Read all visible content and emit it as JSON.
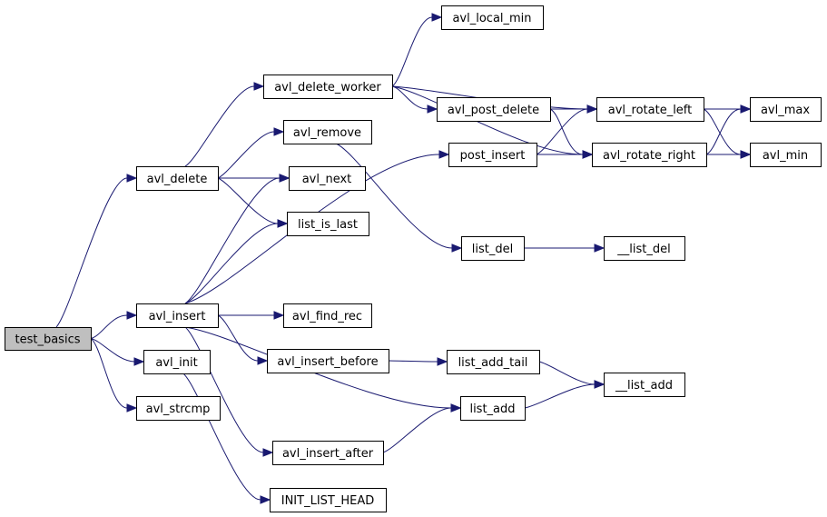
{
  "diagram": {
    "type": "call-graph",
    "edge_color": "#191970",
    "root_fill": "#bfbfbf",
    "nodes": [
      {
        "id": "test_basics",
        "label": "test_basics"
      },
      {
        "id": "avl_delete",
        "label": "avl_delete"
      },
      {
        "id": "avl_insert",
        "label": "avl_insert"
      },
      {
        "id": "avl_init",
        "label": "avl_init"
      },
      {
        "id": "avl_strcmp",
        "label": "avl_strcmp"
      },
      {
        "id": "avl_delete_worker",
        "label": "avl_delete_worker"
      },
      {
        "id": "avl_remove",
        "label": "avl_remove"
      },
      {
        "id": "avl_next",
        "label": "avl_next"
      },
      {
        "id": "list_is_last",
        "label": "list_is_last"
      },
      {
        "id": "avl_find_rec",
        "label": "avl_find_rec"
      },
      {
        "id": "avl_insert_before",
        "label": "avl_insert_before"
      },
      {
        "id": "avl_insert_after",
        "label": "avl_insert_after"
      },
      {
        "id": "INIT_LIST_HEAD",
        "label": "INIT_LIST_HEAD"
      },
      {
        "id": "avl_local_min",
        "label": "avl_local_min"
      },
      {
        "id": "avl_post_delete",
        "label": "avl_post_delete"
      },
      {
        "id": "post_insert",
        "label": "post_insert"
      },
      {
        "id": "list_del",
        "label": "list_del"
      },
      {
        "id": "list_add_tail",
        "label": "list_add_tail"
      },
      {
        "id": "list_add",
        "label": "list_add"
      },
      {
        "id": "avl_rotate_left",
        "label": "avl_rotate_left"
      },
      {
        "id": "avl_rotate_right",
        "label": "avl_rotate_right"
      },
      {
        "id": "__list_del",
        "label": "__list_del"
      },
      {
        "id": "__list_add",
        "label": "__list_add"
      },
      {
        "id": "avl_max",
        "label": "avl_max"
      },
      {
        "id": "avl_min",
        "label": "avl_min"
      }
    ],
    "edges": [
      [
        "test_basics",
        "avl_delete"
      ],
      [
        "test_basics",
        "avl_insert"
      ],
      [
        "test_basics",
        "avl_init"
      ],
      [
        "test_basics",
        "avl_strcmp"
      ],
      [
        "avl_delete",
        "avl_delete_worker"
      ],
      [
        "avl_delete",
        "avl_remove"
      ],
      [
        "avl_delete",
        "avl_next"
      ],
      [
        "avl_delete",
        "list_is_last"
      ],
      [
        "avl_insert",
        "avl_next"
      ],
      [
        "avl_insert",
        "list_is_last"
      ],
      [
        "avl_insert",
        "post_insert"
      ],
      [
        "avl_insert",
        "avl_find_rec"
      ],
      [
        "avl_insert",
        "avl_insert_before"
      ],
      [
        "avl_insert",
        "list_add"
      ],
      [
        "avl_insert",
        "avl_insert_after"
      ],
      [
        "avl_init",
        "INIT_LIST_HEAD"
      ],
      [
        "avl_delete_worker",
        "avl_local_min"
      ],
      [
        "avl_delete_worker",
        "avl_post_delete"
      ],
      [
        "avl_delete_worker",
        "avl_rotate_left"
      ],
      [
        "avl_delete_worker",
        "avl_rotate_right"
      ],
      [
        "avl_remove",
        "list_del"
      ],
      [
        "avl_post_delete",
        "avl_rotate_left"
      ],
      [
        "avl_post_delete",
        "avl_rotate_right"
      ],
      [
        "post_insert",
        "avl_rotate_left"
      ],
      [
        "post_insert",
        "avl_rotate_right"
      ],
      [
        "list_del",
        "__list_del"
      ],
      [
        "avl_insert_before",
        "list_add_tail"
      ],
      [
        "list_add_tail",
        "__list_add"
      ],
      [
        "list_add",
        "__list_add"
      ],
      [
        "avl_insert_after",
        "list_add"
      ],
      [
        "avl_rotate_left",
        "avl_max"
      ],
      [
        "avl_rotate_left",
        "avl_min"
      ],
      [
        "avl_rotate_right",
        "avl_max"
      ],
      [
        "avl_rotate_right",
        "avl_min"
      ]
    ]
  }
}
